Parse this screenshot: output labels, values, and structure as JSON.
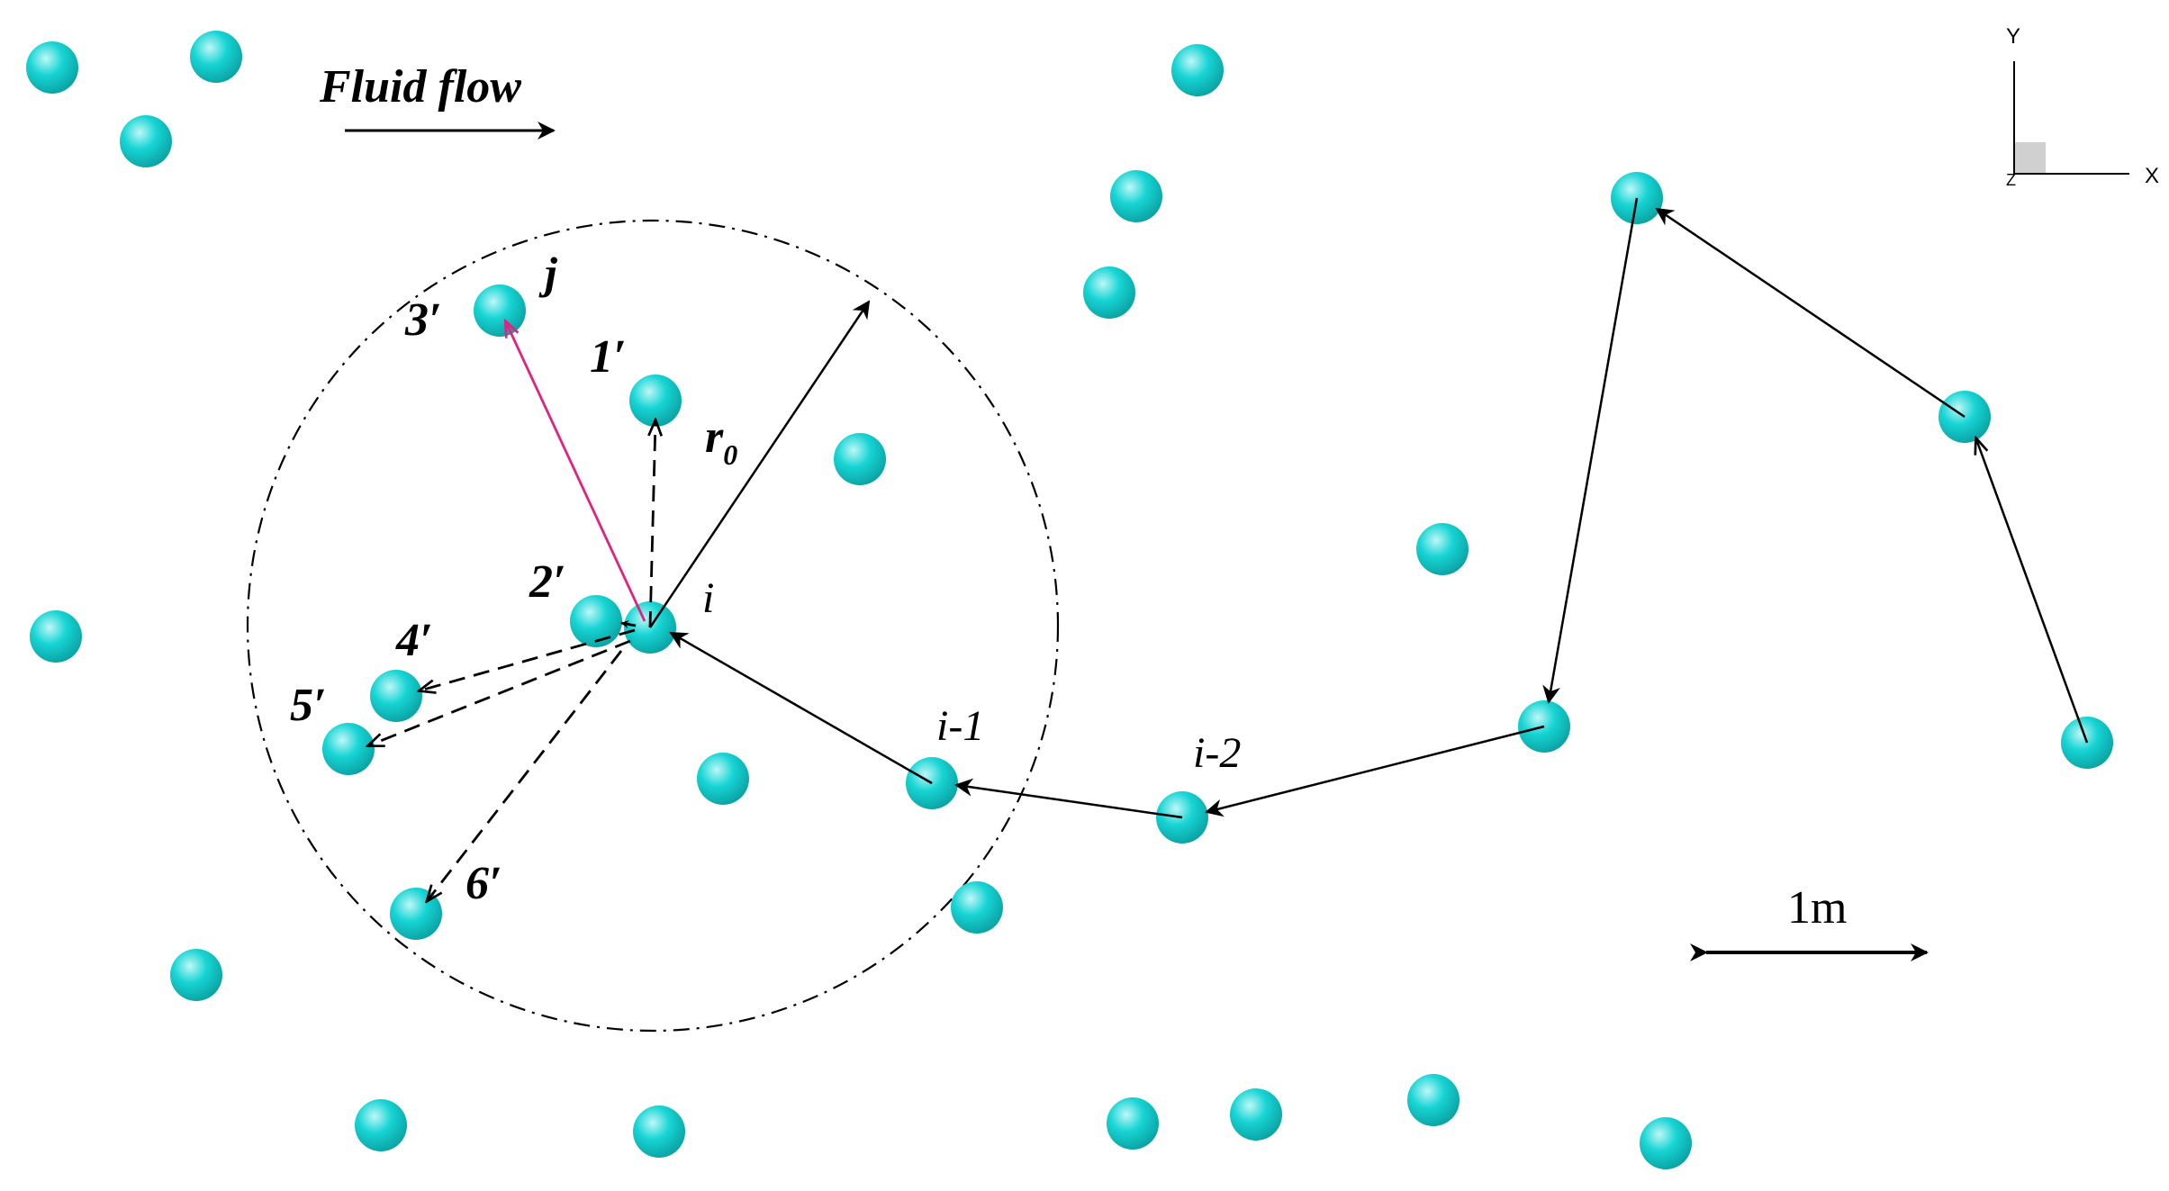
{
  "colors": {
    "particle": "#17d4d4",
    "particle_highlight": "#bff7f7",
    "particle_shade": "#0a9fa0",
    "path_line": "#000000",
    "jump_line": "#e0237f",
    "axis_box": "#d0d0d0"
  },
  "labels": {
    "fluid_flow": "Fluid flow",
    "j": "j",
    "i": "i",
    "i_minus_1": "i-1",
    "i_minus_2": "i-2",
    "r0_base": "r",
    "r0_sub": "0",
    "c1": "1′",
    "c2": "2′",
    "c3": "3′",
    "c4": "4′",
    "c5": "5′",
    "c6": "6′",
    "scale": "1m",
    "axis_y": "Y",
    "axis_x": "X",
    "axis_z": "Z"
  }
}
